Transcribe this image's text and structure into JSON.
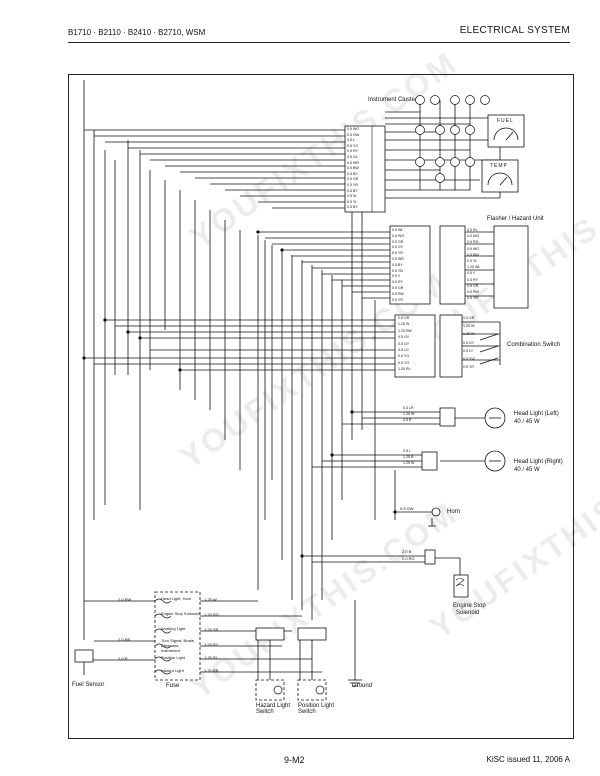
{
  "header": {
    "models": "B1710 · B2110 · B2410 · B2710, WSM",
    "section": "ELECTRICAL  SYSTEM"
  },
  "components": {
    "instrument_cluster": "Instrument Cluster",
    "fuel_gauge": "FUEL",
    "temp_gauge": "TEMP",
    "flasher_hazard_unit": "Flasher / Hazard Unit",
    "combination_switch": "Combination Switch",
    "head_light_left": "Head Light (Left)",
    "head_light_left_rating": "40 / 45 W",
    "head_light_right": "Head Light (Right)",
    "head_light_right_rating": "40 / 45 W",
    "horn": "Horn",
    "engine_stop_solenoid_1": "Engine Stop",
    "engine_stop_solenoid_2": "Solenoid",
    "fuel_sensor": "Fuel Sensor",
    "fuse": "Fuse",
    "hazard_light_switch_1": "Hazard Light",
    "hazard_light_switch_2": "Switch",
    "position_light_switch_1": "Position Light",
    "position_light_switch_2": "Switch",
    "ground": "Ground"
  },
  "fuse_box": {
    "items": [
      {
        "rating": "",
        "name": "Head Light, Horn",
        "wire_in": "2.0 RW",
        "wire_out": "1.25 W"
      },
      {
        "rating": "",
        "name": "Engine Stop Solenoid",
        "wire_in": "",
        "wire_out": "1.25 RG"
      },
      {
        "rating": "",
        "name": "Working Light",
        "wire_in": "2.0 RB",
        "wire_out": "1.25 YR"
      },
      {
        "rating": "",
        "name": "Turn Signal, Brake, Alternator, Instrument",
        "wire_in": "",
        "wire_out": "1.25 RY"
      },
      {
        "rating": "",
        "name": "Position Light",
        "wire_in": "2.0 R",
        "wire_out": "1.25 RL"
      },
      {
        "rating": "",
        "name": "Hazard Light",
        "wire_in": "",
        "wire_out": "1.25 RB"
      }
    ]
  },
  "connectors": {
    "cluster_wires": [
      "0.5 WG",
      "0.5 GW",
      "0.5 L",
      "0.5 YG",
      "0.5 RY",
      "0.5 GL",
      "0.5 WR",
      "0.5 BW",
      "0.5 BY",
      "0.5 GR",
      "0.5 YB",
      "0.5 BY",
      "0.5 W",
      "0.5 YL",
      "0.5 BY"
    ],
    "flasher_left_wires": [
      "0.5 WL",
      "0.5 WG",
      "0.5 GR",
      "0.5 GY",
      "0.5 YR",
      "0.5 WR",
      "0.5 BY",
      "0.5 YB",
      "0.5 Y",
      "0.5 RY",
      "0.5 GR",
      "0.5 RW",
      "0.5 YR"
    ],
    "flasher_right_wires": [
      "0.5 RL",
      "0.5 WG",
      "0.5 RG",
      "0.5 WG",
      "0.5 BW",
      "0.5 YL",
      "1.25 WL",
      "0.5 Y",
      "0.5 RY",
      "0.5 GR",
      "0.5 RW",
      "0.5 YR"
    ],
    "combo_left_wires": [
      "0.5 GR",
      "1.25 W",
      "1.25 RW",
      "0.5 GY",
      "0.5 GY",
      "0.5 LG",
      "0.5 YG",
      "0.5 YG",
      "1.25 RL"
    ],
    "combo_right_wires": [
      "0.5 GR",
      "1.25 W",
      "1.25 W",
      "0.5 GY",
      "0.5 LY",
      "0.5 YW",
      "0.5 YR"
    ],
    "headlight_left_wires": [
      "0.5 LR",
      "1.25 W",
      "0.5 B"
    ],
    "headlight_right_wires": [
      "0.5 L",
      "1.25 B",
      "1.25 W"
    ],
    "horn_wire": "0.5 GW",
    "solenoid_wires": [
      "2.0 B",
      "2.0 RG"
    ]
  },
  "footer": {
    "page": "9-M2",
    "issue": "KiSC issued 11, 2006 A"
  },
  "watermark": "YOUFIXTHIS.COM"
}
